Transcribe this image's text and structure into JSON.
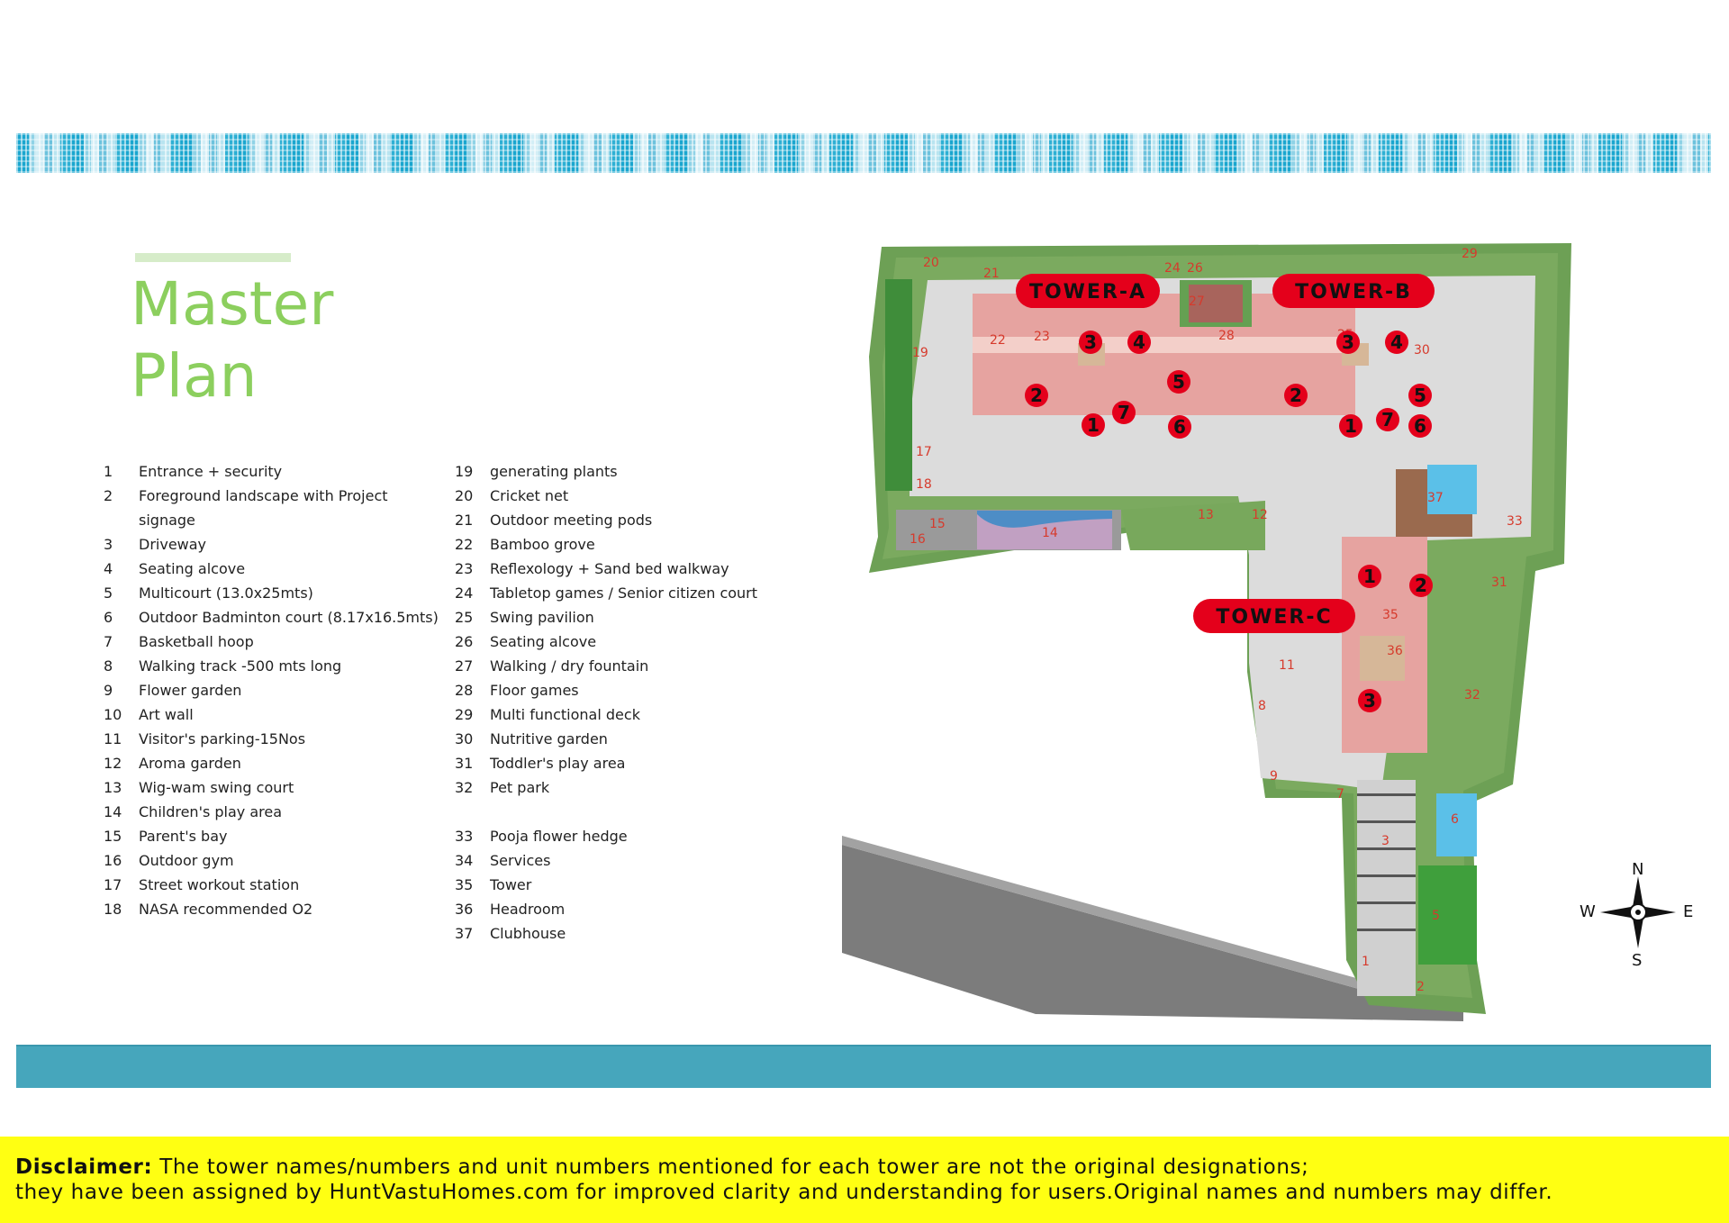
{
  "title_line1": "Master",
  "title_line2": "Plan",
  "legend_left": [
    {
      "num": "1",
      "label": "Entrance + security"
    },
    {
      "num": "2",
      "label": "Foreground landscape with Project"
    },
    {
      "num": "",
      "label": "signage"
    },
    {
      "num": "3",
      "label": "Driveway"
    },
    {
      "num": "4",
      "label": "Seating alcove"
    },
    {
      "num": "5",
      "label": "Multicourt (13.0x25mts)"
    },
    {
      "num": "6",
      "label": "Outdoor Badminton court (8.17x16.5mts)"
    },
    {
      "num": "7",
      "label": "Basketball hoop"
    },
    {
      "num": "8",
      "label": "Walking track -500 mts long"
    },
    {
      "num": "9",
      "label": "Flower garden"
    },
    {
      "num": "10",
      "label": "Art wall"
    },
    {
      "num": "11",
      "label": "Visitor's parking-15Nos"
    },
    {
      "num": "12",
      "label": "Aroma garden"
    },
    {
      "num": "13",
      "label": "Wig-wam swing court"
    },
    {
      "num": "14",
      "label": "Children's play area"
    },
    {
      "num": "15",
      "label": "Parent's bay"
    },
    {
      "num": "16",
      "label": "Outdoor gym"
    },
    {
      "num": "17",
      "label": "Street workout station"
    },
    {
      "num": "18",
      "label": "NASA recommended O2"
    }
  ],
  "legend_right": [
    {
      "num": "19",
      "label": " generating plants"
    },
    {
      "num": "20",
      "label": "Cricket net"
    },
    {
      "num": "21",
      "label": "Outdoor meeting pods"
    },
    {
      "num": "22",
      "label": "Bamboo grove"
    },
    {
      "num": "23",
      "label": "Reflexology + Sand bed walkway"
    },
    {
      "num": "24",
      "label": "Tabletop games / Senior citizen court"
    },
    {
      "num": "25",
      "label": "Swing pavilion"
    },
    {
      "num": "26",
      "label": "Seating alcove"
    },
    {
      "num": "27",
      "label": "Walking / dry fountain"
    },
    {
      "num": "28",
      "label": "Floor games"
    },
    {
      "num": "29",
      "label": "Multi functional deck"
    },
    {
      "num": "30",
      "label": "Nutritive garden"
    },
    {
      "num": "31",
      "label": "Toddler's play area"
    },
    {
      "num": "32",
      "label": "Pet park"
    },
    {
      "num": "",
      "label": ""
    },
    {
      "num": "33",
      "label": "Pooja flower hedge"
    },
    {
      "num": "34",
      "label": "Services"
    },
    {
      "num": "35",
      "label": "Tower"
    },
    {
      "num": "36",
      "label": "Headroom"
    },
    {
      "num": "37",
      "label": "Clubhouse"
    }
  ],
  "towers": {
    "a": "TOWER-A",
    "b": "TOWER-B",
    "c": "TOWER-C"
  },
  "unit_numbers": [
    "1",
    "2",
    "3",
    "4",
    "5",
    "6",
    "7"
  ],
  "area_numbers": {
    "n1": "1",
    "n2": "2",
    "n3": "3",
    "n5": "5",
    "n6": "6",
    "n7": "7",
    "n8": "8",
    "n9": "9",
    "n11": "11",
    "n12": "12",
    "n13": "13",
    "n14": "14",
    "n15": "15",
    "n16": "16",
    "n17": "17",
    "n18": "18",
    "n19": "19",
    "n20": "20",
    "n21": "21",
    "n22": "22",
    "n23": "23",
    "n24": "24",
    "n25": "25",
    "n26": "26",
    "n27": "27",
    "n28": "28",
    "n29": "29",
    "n30": "30",
    "n31": "31",
    "n32": "32",
    "n33": "33",
    "n35": "35",
    "n36": "36",
    "n37": "37"
  },
  "compass": {
    "n": "N",
    "s": "S",
    "e": "E",
    "w": "W"
  },
  "disclaimer": {
    "label": "Disclaimer:",
    "line1": " The tower names/numbers and unit numbers mentioned for each tower are not the original designations;",
    "line2": "they have been assigned by HuntVastuHomes.com for improved clarity and understanding for users.Original names and numbers may differ."
  },
  "colors": {
    "title_green": "#8ccf5e",
    "band_teal": "#46a6bc",
    "marker_red": "#e4001b",
    "disclaimer_yellow": "#ffff12"
  }
}
